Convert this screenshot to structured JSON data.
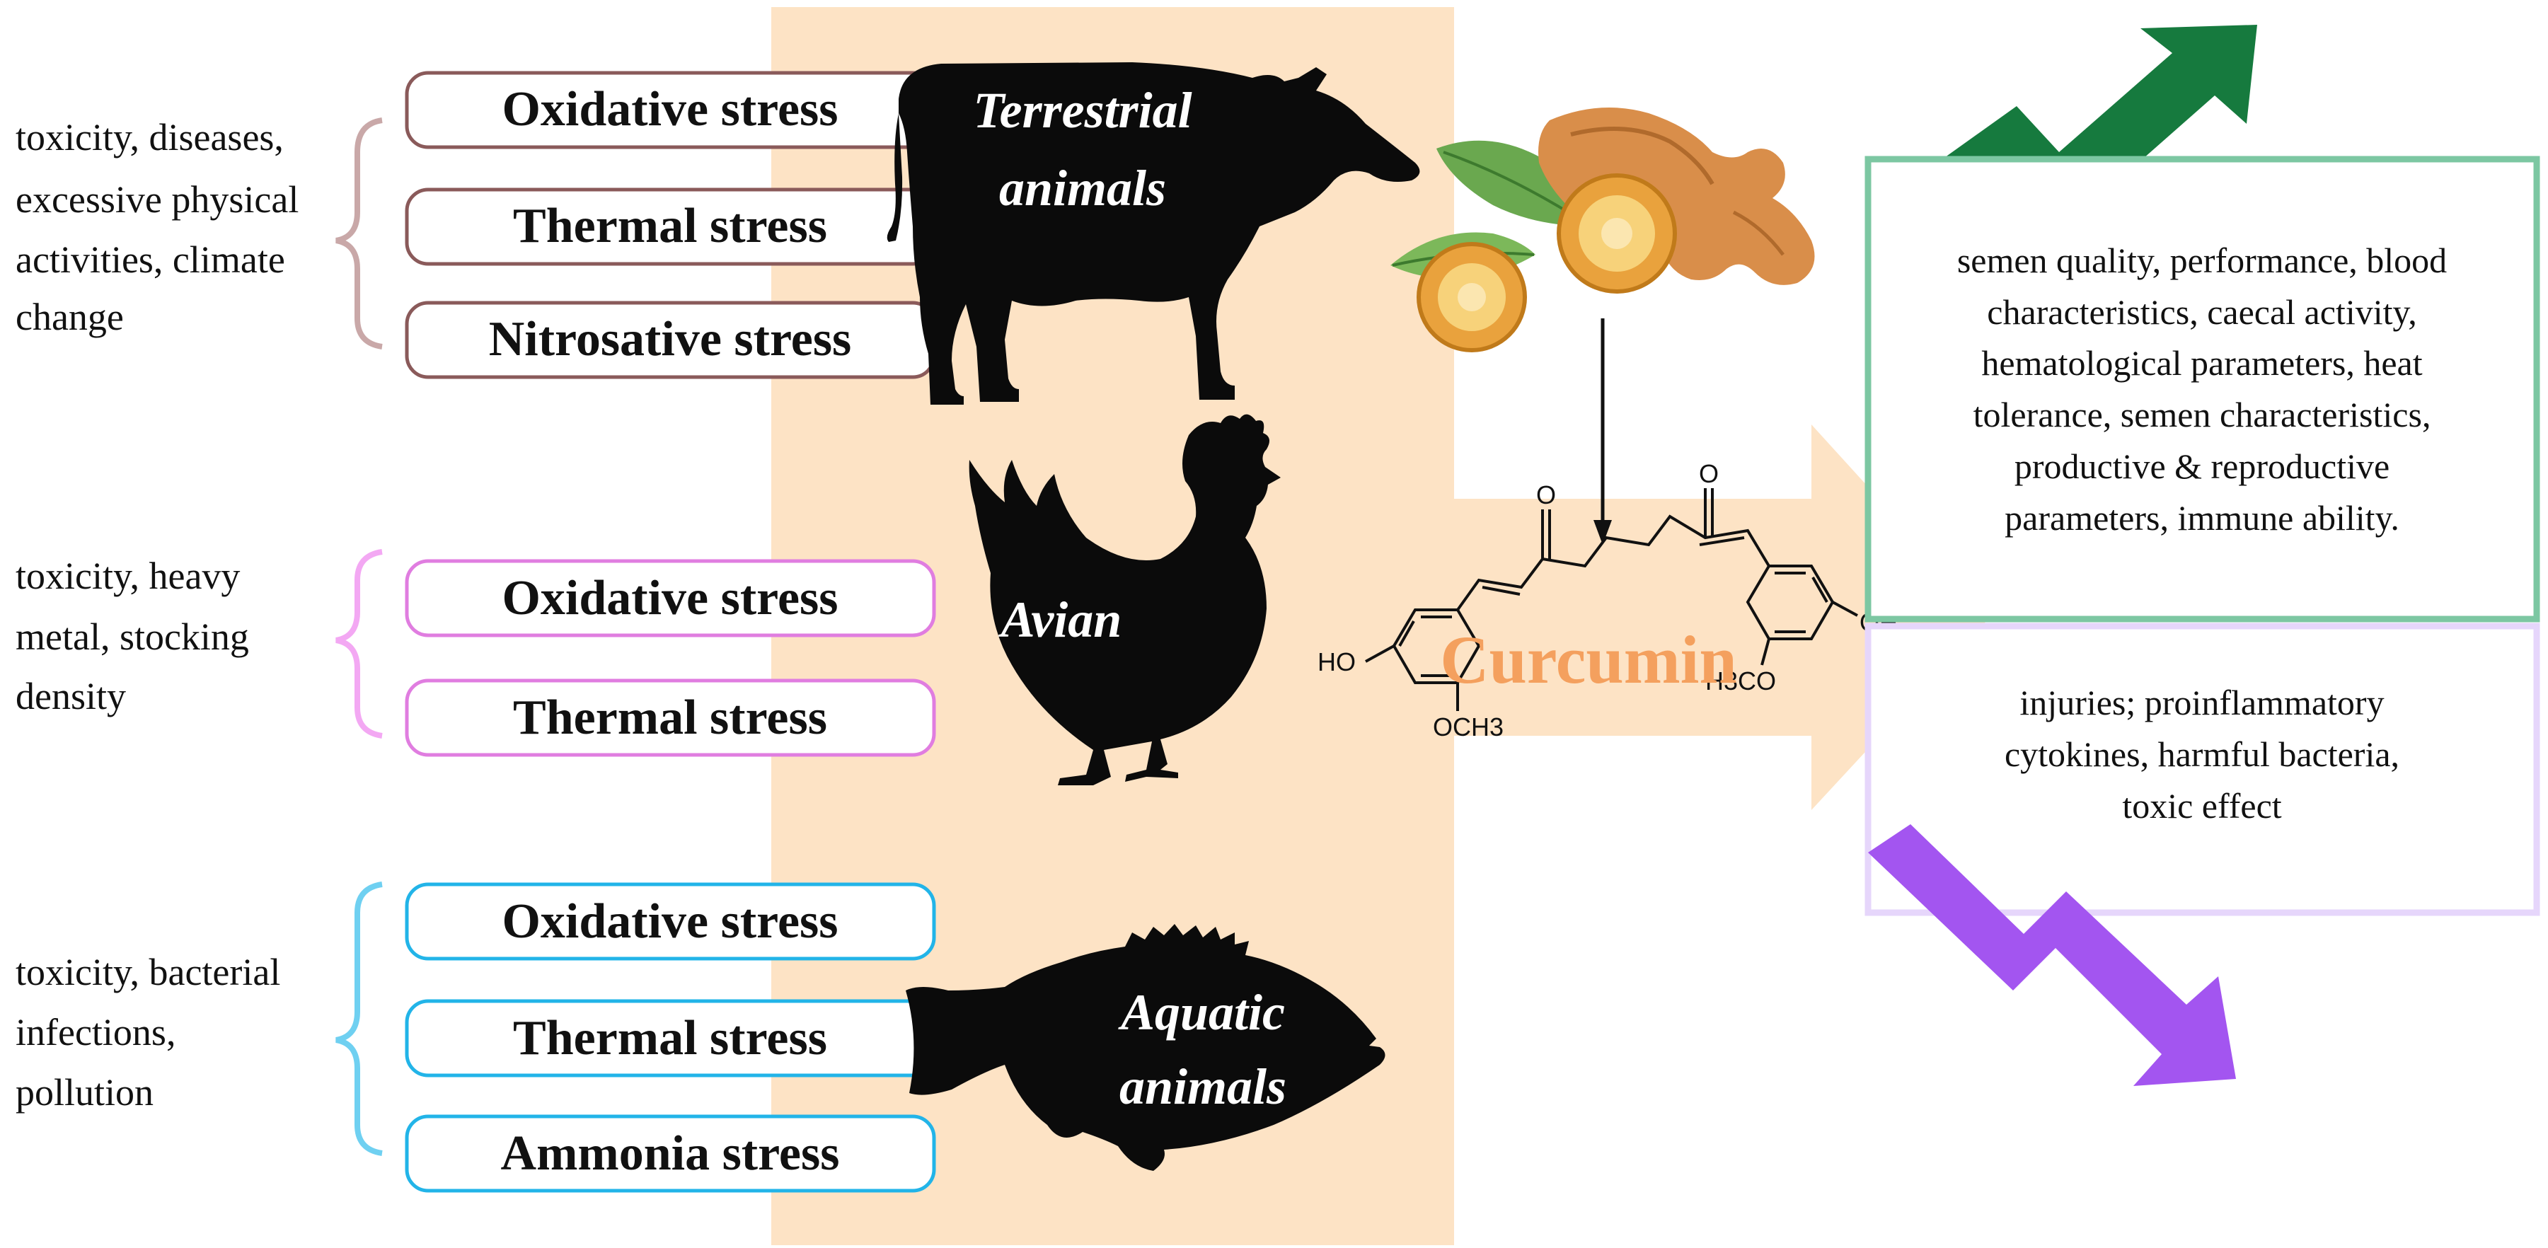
{
  "colors": {
    "terrestrial": "#8a5a5a",
    "avian": "#e07de0",
    "aquatic": "#22b4e8",
    "band": "#fde3c5",
    "increase_box": "#7cc7a2",
    "decrease_box": "#e6d6fb",
    "increase_arrow": "#167a3e",
    "decrease_arrow": "#a355f0",
    "curcumin_text": "#f4a05e"
  },
  "groups": [
    {
      "id": "terrestrial",
      "causes": [
        "toxicity, diseases,",
        "excessive physical",
        "activities, climate",
        "change"
      ],
      "stresses": [
        "Oxidative stress",
        "Thermal stress",
        "Nitrosative stress"
      ],
      "animal_label": [
        "Terrestrial",
        "animals"
      ],
      "icon": "cow-silhouette-icon"
    },
    {
      "id": "avian",
      "causes": [
        "toxicity, heavy",
        "metal, stocking",
        "density"
      ],
      "stresses": [
        "Oxidative stress",
        "Thermal stress"
      ],
      "animal_label": [
        "Avian"
      ],
      "icon": "chicken-silhouette-icon"
    },
    {
      "id": "aquatic",
      "causes": [
        "toxicity, bacterial",
        "infections,",
        "pollution"
      ],
      "stresses": [
        "Oxidative stress",
        "Thermal stress",
        "Ammonia stress"
      ],
      "animal_label": [
        "Aquatic",
        "animals"
      ],
      "icon": "fish-silhouette-icon"
    }
  ],
  "compound": {
    "name": "Curcumin",
    "source_icon": "turmeric-icon",
    "labels": {
      "ho_left": "HO",
      "oh_right": "OH",
      "och3_left": "OCH3",
      "h3co_right": "H3CO",
      "o_left": "O",
      "o_right": "O"
    }
  },
  "effects": {
    "increase": {
      "arrow_icon": "up-trend-arrow-icon",
      "lines": [
        "semen quality, performance, blood",
        "characteristics, caecal activity,",
        "hematological parameters, heat",
        "tolerance, semen characteristics,",
        "productive & reproductive",
        "parameters, immune ability."
      ]
    },
    "decrease": {
      "arrow_icon": "down-trend-arrow-icon",
      "lines": [
        "injuries; proinflammatory",
        "cytokines,  harmful bacteria,",
        "toxic effect"
      ]
    }
  }
}
